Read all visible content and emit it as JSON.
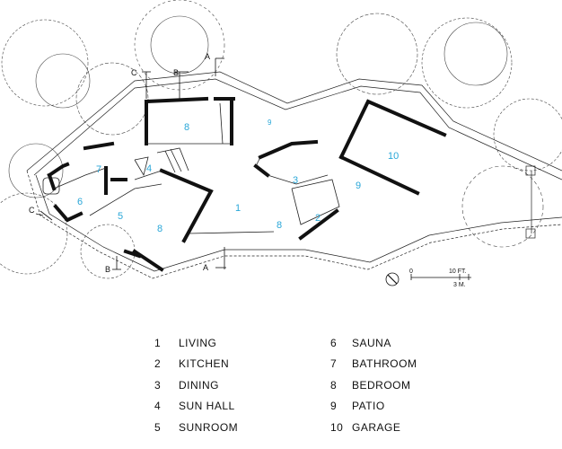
{
  "rooms": [
    {
      "num": "1",
      "name": "LIVING"
    },
    {
      "num": "2",
      "name": "KITCHEN"
    },
    {
      "num": "3",
      "name": "DINING"
    },
    {
      "num": "4",
      "name": "SUN HALL"
    },
    {
      "num": "5",
      "name": "SUNROOM"
    },
    {
      "num": "6",
      "name": "SAUNA"
    },
    {
      "num": "7",
      "name": "BATHROOM"
    },
    {
      "num": "8",
      "name": "BEDROOM"
    },
    {
      "num": "9",
      "name": "PATIO"
    },
    {
      "num": "10",
      "name": "GARAGE"
    }
  ],
  "plan_labels": {
    "living": "1",
    "kitchen": "2",
    "dining": "3",
    "sun_hall": "4",
    "sunroom": "5",
    "sauna": "6",
    "bathroom": "7",
    "bedroom_a": "8",
    "bedroom_b": "8",
    "bedroom_c": "8",
    "patio_a": "9",
    "patio_b": "9",
    "garage": "10"
  },
  "section_marks": {
    "a": "A",
    "b": "B",
    "c": "C"
  },
  "scale": {
    "zero": "0",
    "feet": "10 FT.",
    "meters": "3 M."
  },
  "colors": {
    "room_numbers": "#2aa7d8",
    "linework": "#111111"
  }
}
